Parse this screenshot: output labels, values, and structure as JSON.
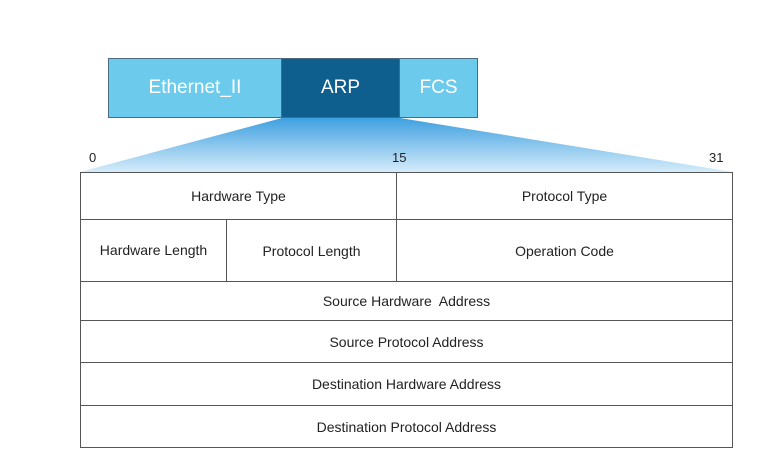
{
  "frame": {
    "segments": [
      {
        "label": "Ethernet_II",
        "color": "#6ccbec"
      },
      {
        "label": "ARP",
        "color": "#0f5f8e"
      },
      {
        "label": "FCS",
        "color": "#6ccbec"
      }
    ]
  },
  "bit_labels": {
    "start": "0",
    "middle": "15",
    "end": "31"
  },
  "packet": {
    "rows": [
      [
        "Hardware Type",
        "Protocol Type"
      ],
      [
        "Hardware Length",
        "Protocol Length",
        "Operation Code"
      ],
      [
        "Source Hardware  Address"
      ],
      [
        "Source Protocol Address"
      ],
      [
        "Destination Hardware Address"
      ],
      [
        "Destination Protocol Address"
      ]
    ]
  },
  "colors": {
    "funnel_top": "#3ea0e0",
    "funnel_bottom": "#d6ecfa",
    "border": "#555555"
  }
}
